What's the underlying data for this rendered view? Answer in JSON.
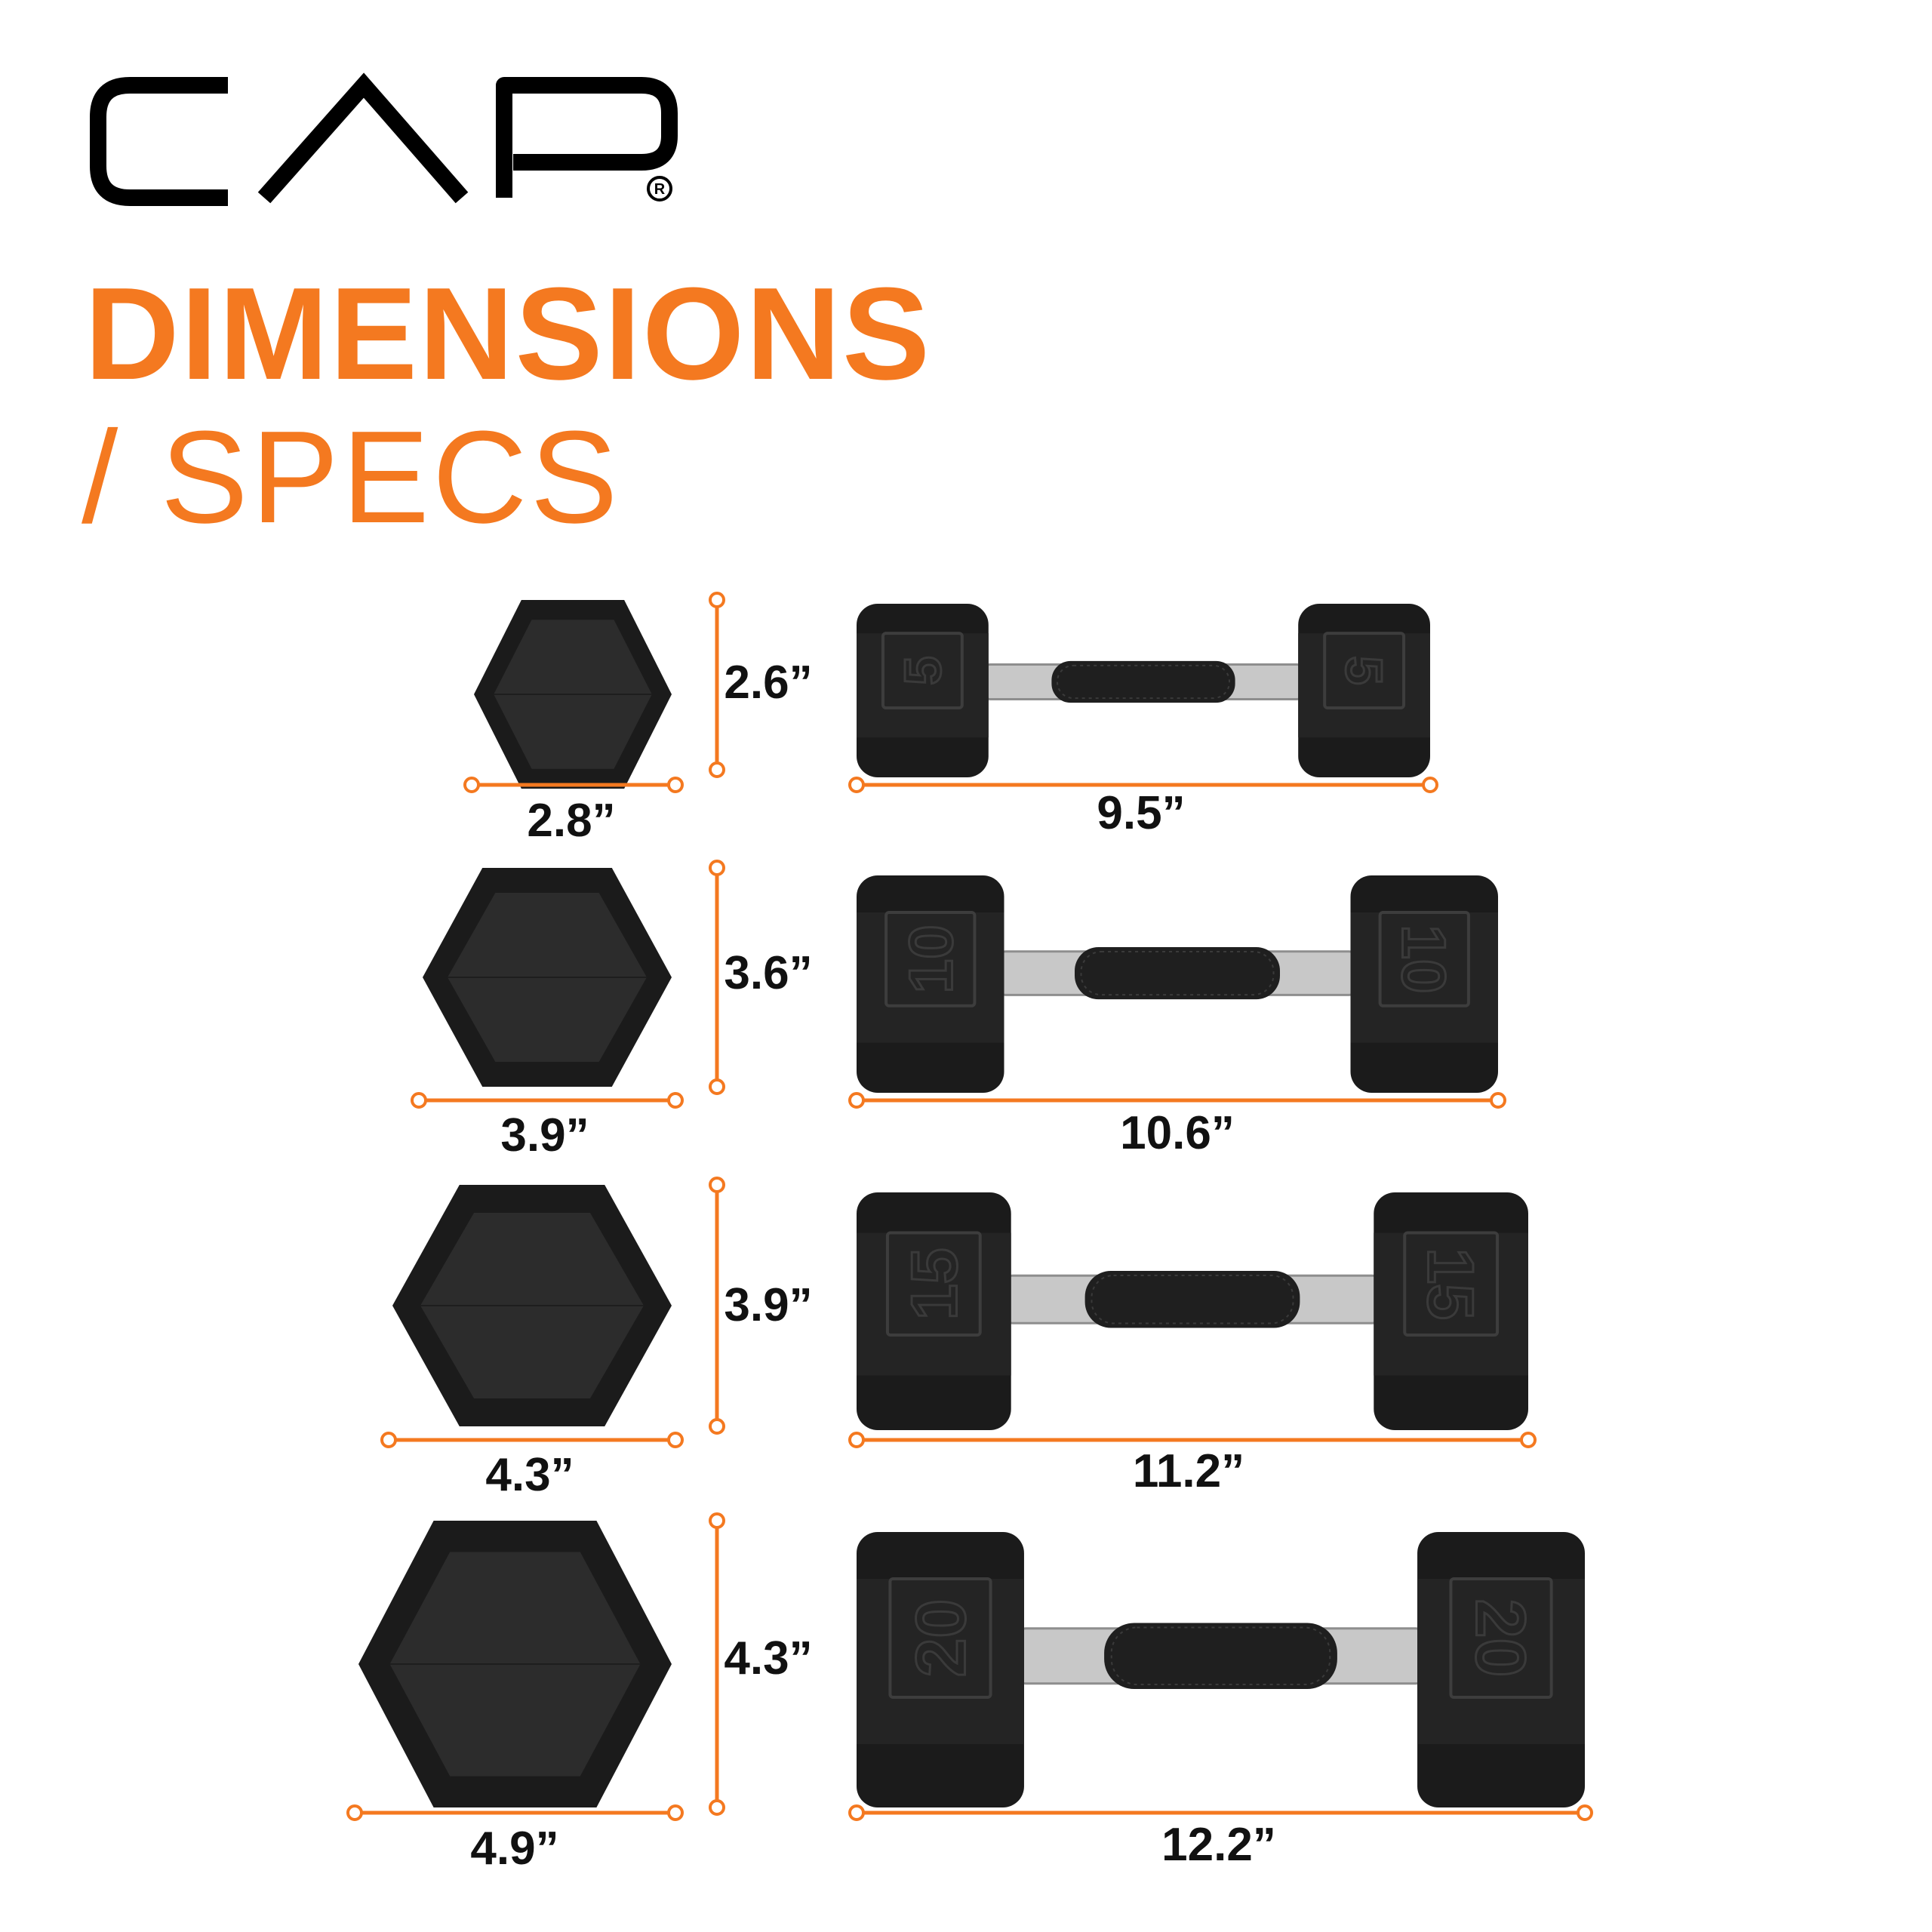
{
  "brand": {
    "logo_text": "CAP",
    "registered_mark": "R"
  },
  "heading": {
    "title": "DIMENSIONS",
    "subtitle": "/ SPECS"
  },
  "colors": {
    "accent": "#F47920",
    "rubber_dark": "#1b1b1b",
    "rubber_face": "#2c2c2c",
    "chrome": "#c8c8c8",
    "handle": "#1f1f1f"
  },
  "icons": [
    "hex-end-icon",
    "dumbbell-icon",
    "dimension-line-icon"
  ],
  "rows": [
    {
      "weight_mark": "5",
      "end_width": "2.8”",
      "end_height": "2.6”",
      "length": "9.5”"
    },
    {
      "weight_mark": "10",
      "end_width": "3.9”",
      "end_height": "3.6”",
      "length": "10.6”"
    },
    {
      "weight_mark": "15",
      "end_width": "4.3”",
      "end_height": "3.9”",
      "length": "11.2”"
    },
    {
      "weight_mark": "20",
      "end_width": "4.9”",
      "end_height": "4.3”",
      "length": "12.2”"
    }
  ]
}
